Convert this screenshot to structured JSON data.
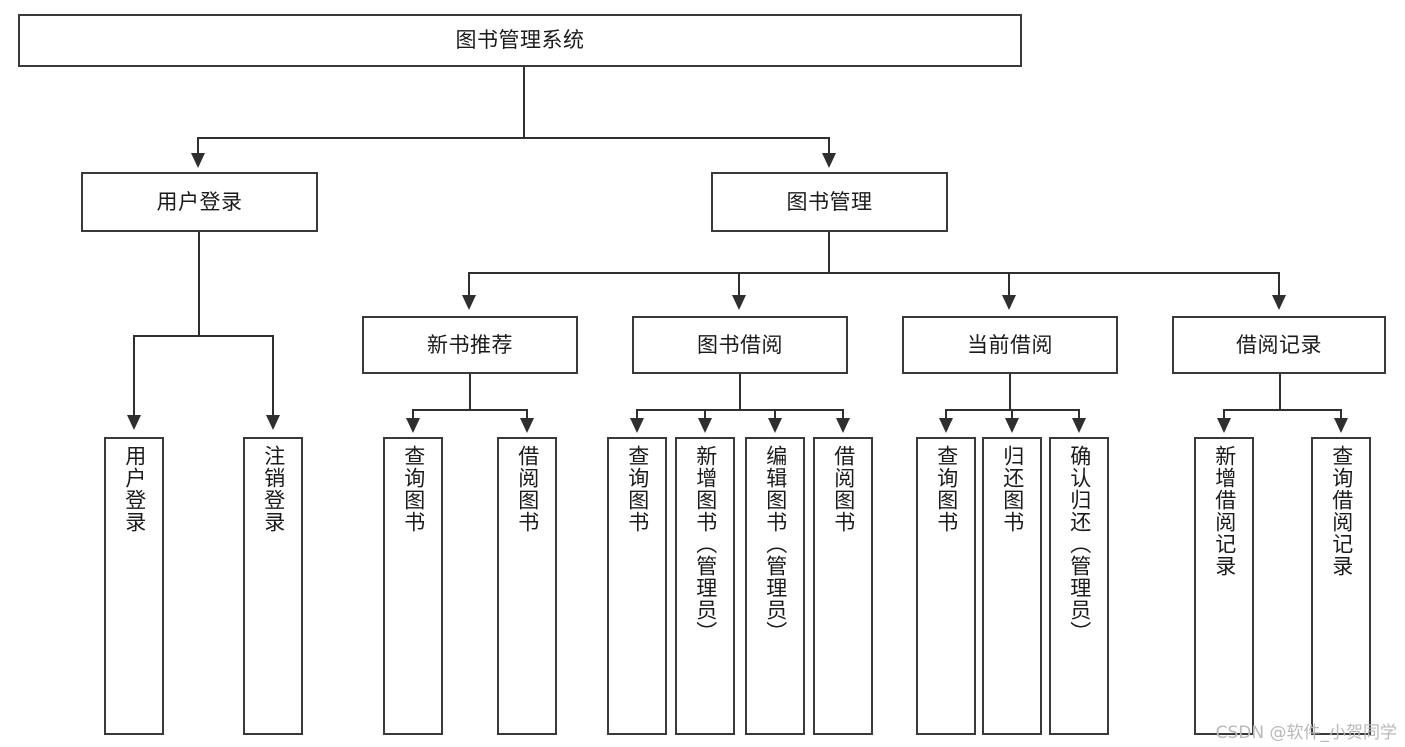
{
  "diagram": {
    "type": "tree",
    "title": "图书管理系统",
    "root": {
      "id": "root",
      "label": "图书管理系统"
    },
    "level2": [
      {
        "id": "user-login",
        "label": "用户登录"
      },
      {
        "id": "book-manage",
        "label": "图书管理"
      }
    ],
    "level3": [
      {
        "id": "new-book-recommend",
        "label": "新书推荐",
        "parent": "book-manage"
      },
      {
        "id": "book-borrow",
        "label": "图书借阅",
        "parent": "book-manage"
      },
      {
        "id": "current-borrow",
        "label": "当前借阅",
        "parent": "book-manage"
      },
      {
        "id": "borrow-record",
        "label": "借阅记录",
        "parent": "book-manage"
      }
    ],
    "leaves": {
      "user_login": [
        {
          "id": "leaf-user-login",
          "label": "用户登录"
        },
        {
          "id": "leaf-user-logout",
          "label": "注销登录"
        }
      ],
      "new_book_recommend": [
        {
          "id": "leaf-query-book-1",
          "label": "查询图书"
        },
        {
          "id": "leaf-borrow-book-1",
          "label": "借阅图书"
        }
      ],
      "book_borrow": [
        {
          "id": "leaf-query-book-2",
          "label": "查询图书"
        },
        {
          "id": "leaf-add-book",
          "label": "新增图书（管理员）"
        },
        {
          "id": "leaf-edit-book",
          "label": "编辑图书（管理员）"
        },
        {
          "id": "leaf-borrow-book-2",
          "label": "借阅图书"
        }
      ],
      "current_borrow": [
        {
          "id": "leaf-query-book-3",
          "label": "查询图书"
        },
        {
          "id": "leaf-return-book",
          "label": "归还图书"
        },
        {
          "id": "leaf-confirm-return",
          "label": "确认归还（管理员）"
        }
      ],
      "borrow_record": [
        {
          "id": "leaf-add-record",
          "label": "新增借阅记录"
        },
        {
          "id": "leaf-query-record",
          "label": "查询借阅记录"
        }
      ]
    }
  },
  "watermark": {
    "text": "CSDN @软件_小贺同学"
  },
  "colors": {
    "border": "#3a3a3a",
    "line": "#2f2f2f",
    "text": "#1b1b1b",
    "background": "#ffffff",
    "watermark": "#b9b9b9"
  }
}
